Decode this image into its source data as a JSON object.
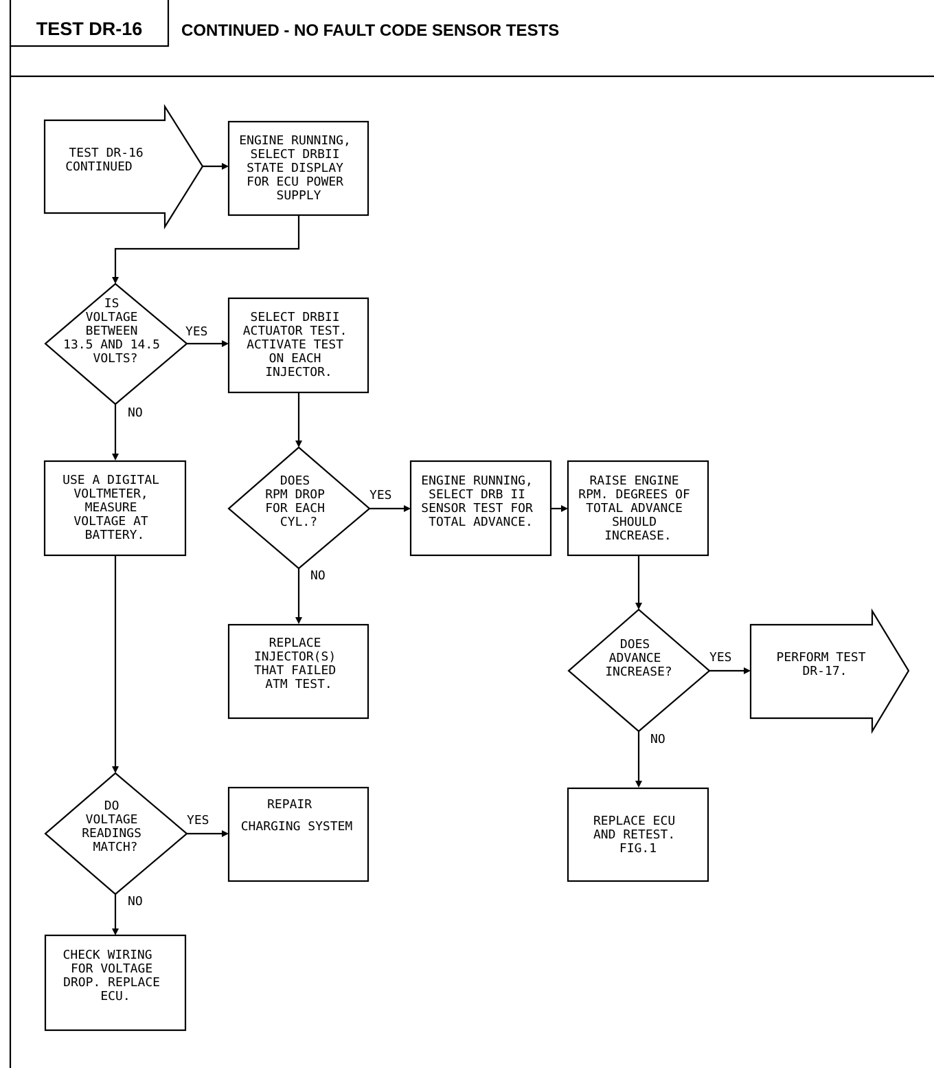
{
  "header": {
    "test_code": "TEST DR-16",
    "title": "CONTINUED - NO FAULT CODE SENSOR TESTS"
  },
  "nodes": {
    "start": {
      "shape": "arrow-right",
      "lines": [
        "TEST DR-16",
        "CONTINUED"
      ]
    },
    "ecu_power": {
      "shape": "box",
      "lines": [
        "ENGINE RUNNING,",
        "SELECT DRBII",
        "STATE DISPLAY",
        "FOR ECU POWER",
        "SUPPLY"
      ]
    },
    "voltage_check": {
      "shape": "diamond",
      "lines": [
        "IS",
        "VOLTAGE",
        "BETWEEN",
        "13.5 AND 14.5",
        "VOLTS?"
      ]
    },
    "actuator_test": {
      "shape": "box",
      "lines": [
        "SELECT DRBII",
        "ACTUATOR TEST.",
        "ACTIVATE TEST",
        "ON EACH",
        "INJECTOR."
      ]
    },
    "digital_voltmeter": {
      "shape": "box",
      "lines": [
        "USE A DIGITAL",
        "VOLTMETER,",
        "MEASURE",
        "VOLTAGE AT",
        "BATTERY."
      ]
    },
    "rpm_drop": {
      "shape": "diamond",
      "lines": [
        "DOES",
        "RPM DROP",
        "FOR EACH",
        "CYL.?"
      ]
    },
    "sensor_test": {
      "shape": "box",
      "lines": [
        "ENGINE RUNNING,",
        "SELECT DRB II",
        "SENSOR TEST FOR",
        "TOTAL ADVANCE."
      ]
    },
    "raise_rpm": {
      "shape": "box",
      "lines": [
        "RAISE ENGINE",
        "RPM. DEGREES OF",
        "TOTAL ADVANCE",
        "SHOULD",
        "INCREASE."
      ]
    },
    "replace_injectors": {
      "shape": "box",
      "lines": [
        "REPLACE",
        "INJECTOR(S)",
        "THAT FAILED",
        "ATM TEST."
      ]
    },
    "advance_increase": {
      "shape": "diamond",
      "lines": [
        "DOES",
        "ADVANCE",
        "INCREASE?"
      ]
    },
    "perform_dr17": {
      "shape": "arrow-right",
      "lines": [
        "PERFORM TEST",
        "DR-17."
      ]
    },
    "readings_match": {
      "shape": "diamond",
      "lines": [
        "DO",
        "VOLTAGE",
        "READINGS",
        "MATCH?"
      ]
    },
    "repair_charging": {
      "shape": "box",
      "lines": [
        "REPAIR",
        "CHARGING SYSTEM"
      ]
    },
    "replace_ecu": {
      "shape": "box",
      "lines": [
        "REPLACE ECU",
        "AND RETEST.",
        "FIG.1"
      ]
    },
    "check_wiring": {
      "shape": "box",
      "lines": [
        "CHECK WIRING",
        "FOR VOLTAGE",
        "DROP. REPLACE",
        "ECU."
      ]
    }
  },
  "edges": [
    {
      "from": "start",
      "to": "ecu_power",
      "label": ""
    },
    {
      "from": "ecu_power",
      "to": "voltage_check",
      "label": ""
    },
    {
      "from": "voltage_check",
      "to": "actuator_test",
      "label": "YES"
    },
    {
      "from": "voltage_check",
      "to": "digital_voltmeter",
      "label": "NO"
    },
    {
      "from": "actuator_test",
      "to": "rpm_drop",
      "label": ""
    },
    {
      "from": "rpm_drop",
      "to": "sensor_test",
      "label": "YES"
    },
    {
      "from": "rpm_drop",
      "to": "replace_injectors",
      "label": "NO"
    },
    {
      "from": "sensor_test",
      "to": "raise_rpm",
      "label": ""
    },
    {
      "from": "raise_rpm",
      "to": "advance_increase",
      "label": ""
    },
    {
      "from": "advance_increase",
      "to": "perform_dr17",
      "label": "YES"
    },
    {
      "from": "advance_increase",
      "to": "replace_ecu",
      "label": "NO"
    },
    {
      "from": "digital_voltmeter",
      "to": "readings_match",
      "label": ""
    },
    {
      "from": "readings_match",
      "to": "repair_charging",
      "label": "YES"
    },
    {
      "from": "readings_match",
      "to": "check_wiring",
      "label": "NO"
    }
  ]
}
